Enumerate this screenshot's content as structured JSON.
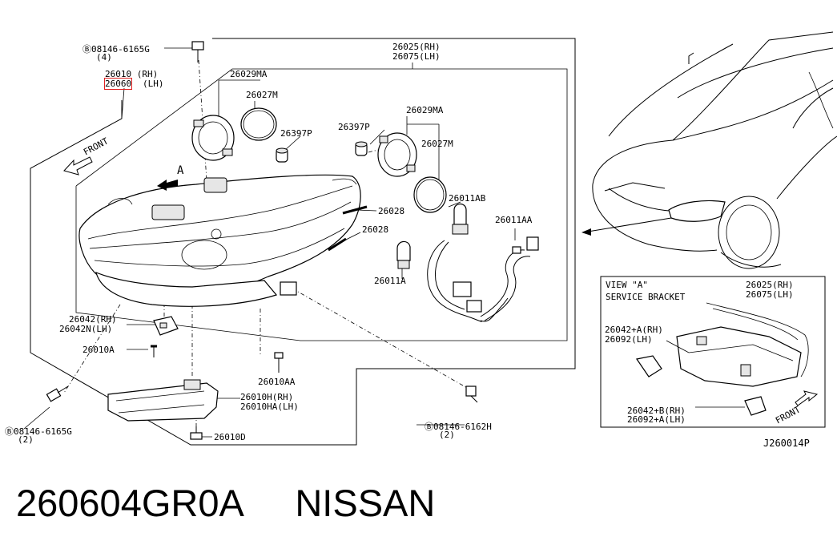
{
  "diagram": {
    "callouts": {
      "bolt_top": "Ⓑ08146-6165G",
      "bolt_top_qty": "(4)",
      "hl_rh": "26010 (RH)",
      "hl_lh_code": "26060",
      "hl_lh_suffix": "(LH)",
      "front": "FRONT",
      "view_a_mark": "A",
      "assy_rh": "26025(RH)",
      "assy_lh": "26075(LH)",
      "socket_left": "26029MA",
      "oring_left": "26027M",
      "cap_left": "26397P",
      "cap_right": "26397P",
      "socket_right": "26029MA",
      "oring_right": "26027M",
      "bulb_ab": "26011AB",
      "clip_1": "26028",
      "clip_2": "26028",
      "harness": "26011AA",
      "bulb_a": "26011A",
      "bracket_rh": "26042(RH)",
      "bracket_lh": "26042N(LH)",
      "screw_a": "26010A",
      "screw_aa": "26010AA",
      "drl_rh": "26010H(RH)",
      "drl_lh": "26010HA(LH)",
      "screw_d": "26010D",
      "bolt_left": "Ⓑ08146-6165G",
      "bolt_left_qty": "(2)",
      "bolt_right": "Ⓑ08146-6162H",
      "bolt_right_qty": "(2)"
    },
    "view_a": {
      "title": "VIEW \"A\"",
      "subtitle": "SERVICE BRACKET",
      "assy_rh": "26025(RH)",
      "assy_lh": "26075(LH)",
      "upper_rh": "26042+A(RH)",
      "upper_lh": "26092(LH)",
      "lower_rh": "26042+B(RH)",
      "lower_lh": "26092+A(LH)",
      "front": "FRONT"
    },
    "diagram_id": "J260014P"
  },
  "footer": {
    "part_number": "260604GR0A",
    "brand": "NISSAN"
  }
}
